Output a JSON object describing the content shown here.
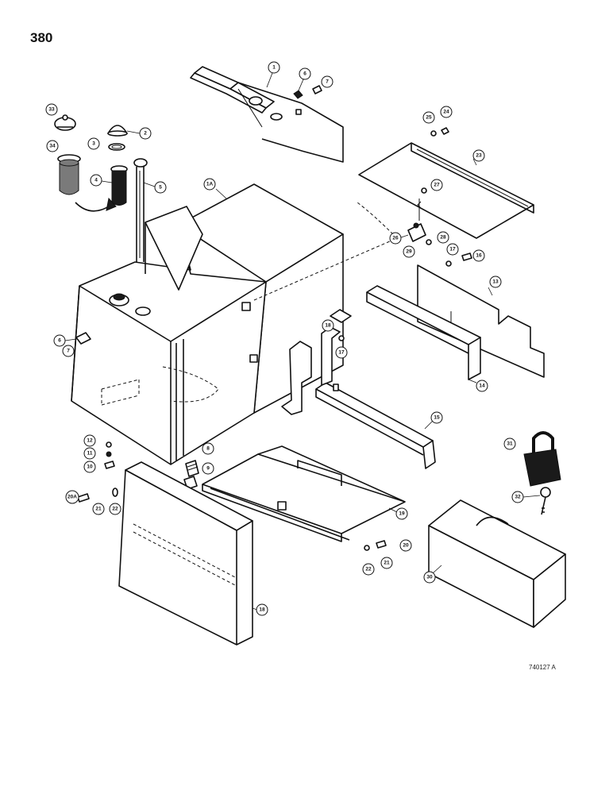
{
  "page_number": "380",
  "drawing_number": "740127 A",
  "callouts": [
    {
      "id": "c1",
      "label": "1"
    },
    {
      "id": "c6a",
      "label": "6"
    },
    {
      "id": "c7a",
      "label": "7"
    },
    {
      "id": "c33",
      "label": "33"
    },
    {
      "id": "c2",
      "label": "2"
    },
    {
      "id": "c3",
      "label": "3"
    },
    {
      "id": "c34",
      "label": "34"
    },
    {
      "id": "c4",
      "label": "4"
    },
    {
      "id": "c5",
      "label": "5"
    },
    {
      "id": "c1a",
      "label": "1A"
    },
    {
      "id": "c25",
      "label": "25"
    },
    {
      "id": "c24",
      "label": "24"
    },
    {
      "id": "c23",
      "label": "23"
    },
    {
      "id": "c27",
      "label": "27"
    },
    {
      "id": "c26",
      "label": "26"
    },
    {
      "id": "c28",
      "label": "28"
    },
    {
      "id": "c29",
      "label": "29"
    },
    {
      "id": "c17a",
      "label": "17"
    },
    {
      "id": "c16a",
      "label": "16"
    },
    {
      "id": "c13",
      "label": "13"
    },
    {
      "id": "c6b",
      "label": "6"
    },
    {
      "id": "c7b",
      "label": "7"
    },
    {
      "id": "c18",
      "label": "18"
    },
    {
      "id": "c17b",
      "label": "17"
    },
    {
      "id": "c14",
      "label": "14"
    },
    {
      "id": "c15",
      "label": "15"
    },
    {
      "id": "c12",
      "label": "12"
    },
    {
      "id": "c11",
      "label": "11"
    },
    {
      "id": "c10",
      "label": "10"
    },
    {
      "id": "c8",
      "label": "8"
    },
    {
      "id": "c9",
      "label": "9"
    },
    {
      "id": "c31",
      "label": "31"
    },
    {
      "id": "c20a",
      "label": "20A"
    },
    {
      "id": "c21a",
      "label": "21"
    },
    {
      "id": "c22a",
      "label": "22"
    },
    {
      "id": "c32",
      "label": "32"
    },
    {
      "id": "c19",
      "label": "19"
    },
    {
      "id": "c20b",
      "label": "20"
    },
    {
      "id": "c21b",
      "label": "21"
    },
    {
      "id": "c22b",
      "label": "22"
    },
    {
      "id": "c30",
      "label": "30"
    },
    {
      "id": "c18b",
      "label": "18"
    }
  ]
}
